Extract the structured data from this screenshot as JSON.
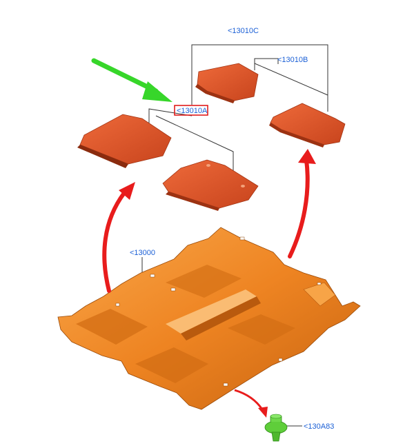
{
  "diagram": {
    "labels": {
      "mats_group": "<13010C",
      "rear_mats": "<13010B",
      "front_mats": "<13010A",
      "floor_covering": "<13000",
      "clip": "<130A83"
    },
    "highlighted_label": "front_mats",
    "colors": {
      "label_text": "#1a5fd6",
      "highlight_box": "#e01b1b",
      "mat": "#e0552a",
      "carpet": "#f08522",
      "arrow_red": "#e81c1c",
      "arrow_green": "#37d62a",
      "clip": "#5fce3a"
    },
    "icons": [
      "green-pointer-arrow",
      "red-flow-arrow",
      "clip-fastener-icon"
    ]
  }
}
